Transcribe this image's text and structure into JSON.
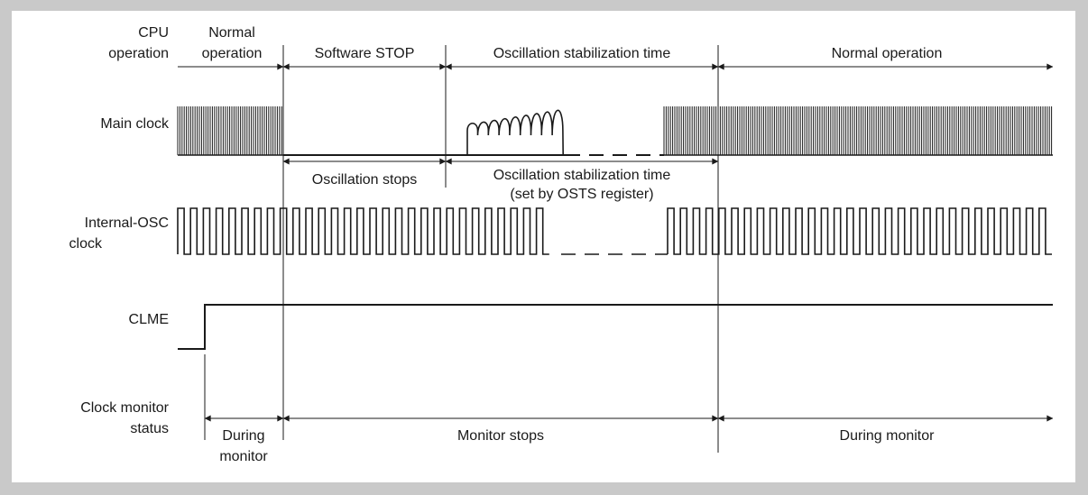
{
  "row_labels": {
    "cpu_line1": "CPU",
    "cpu_line2": "operation",
    "main_clock": "Main clock",
    "osc_line1": "Internal-OSC",
    "osc_line2": "clock",
    "clme": "CLME",
    "status_line1": "Clock monitor",
    "status_line2": "status"
  },
  "cpu_phases": {
    "normal_line1": "Normal",
    "normal_line2": "operation",
    "software_stop": "Software STOP",
    "osc_stab": "Oscillation stabilization time",
    "normal_end": "Normal operation"
  },
  "main_clock_notes": {
    "osc_stops": "Oscillation stops",
    "stab_line1": "Oscillation stabilization time",
    "stab_line2": "(set by OSTS register)"
  },
  "status_phases": {
    "during_line1": "During",
    "during_line2": "monitor",
    "monitor_stops": "Monitor stops",
    "during_monitor": "During monitor"
  }
}
